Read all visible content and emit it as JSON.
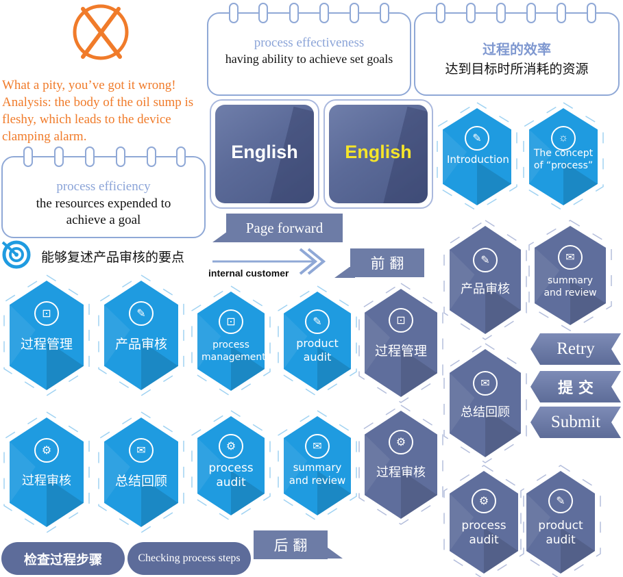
{
  "feedback": {
    "text": "What a pity, you’ve got it wrong! Analysis: the body of the oil sump is fleshy, which leads to the device clamping alarm."
  },
  "cards": {
    "efficiency": {
      "title": "process efficiency",
      "body": "the resources expended to achieve a goal"
    },
    "effectiveness": {
      "title": "process effectiveness",
      "body": "having ability to achieve set goals"
    },
    "efficiency_cn": {
      "title": "过程的效率",
      "body": "达到目标时所消耗的资源"
    }
  },
  "squares": {
    "english_1": "English",
    "english_2": "English"
  },
  "tabs": {
    "page_forward": "Page forward",
    "forward_cn": "前 翻",
    "back_cn": "后 翻"
  },
  "objective": "能够复述产品审核的要点",
  "arrow_label": "internal customer",
  "hexes": {
    "introduction": "Introduction",
    "concept": "The concept of “process”",
    "product_audit_cn_right": "产品审核",
    "summary_review_right": "summary and review",
    "process_mgmt_cn": "过程管理",
    "product_audit_cn": "产品审核",
    "process_mgmt_en": "process management",
    "product_audit_en": "product audit",
    "process_mgmt_cn_dark": "过程管理",
    "summary_cn_dark": "总结回顾",
    "process_audit_cn": "过程审核",
    "summary_cn": "总结回顾",
    "process_audit_en": "process audit",
    "summary_review_en": "summary and review",
    "process_audit_cn_dark": "过程审核",
    "process_audit_en_dark": "process audit",
    "product_audit_en_dark": "product audit"
  },
  "buttons": {
    "retry": "Retry",
    "submit_cn": "提 交",
    "submit": "Submit",
    "check_steps_cn": "检查过程步骤",
    "check_steps_en": "Checking process steps"
  },
  "colors": {
    "accent_orange": "#f07b2a",
    "hex_blue": "#1f9be0",
    "hex_slate": "#5f6e9c",
    "yellow_label": "#f5e52a"
  }
}
